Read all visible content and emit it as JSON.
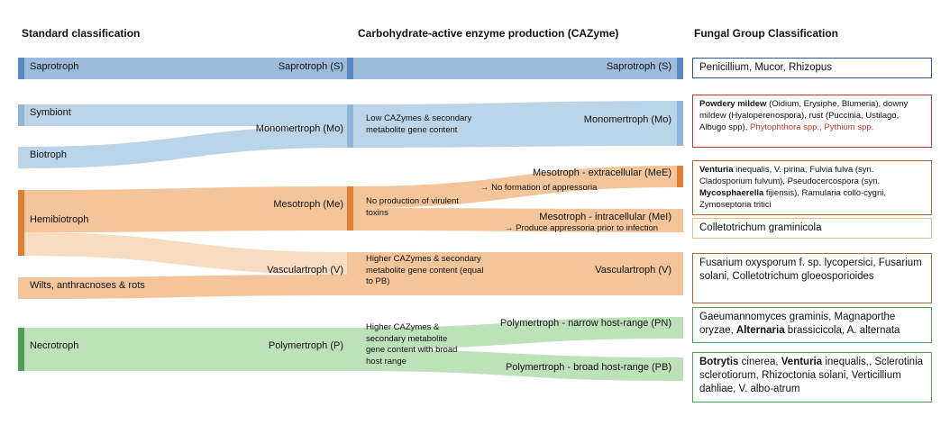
{
  "headers": {
    "standard": "Standard classification",
    "cazyme": "Carbohydrate-active enzyme production (CAZyme)",
    "fungal": "Fungal Group Classification"
  },
  "colors": {
    "saprotroph": "#9dbcdc",
    "saprotroph_node": "#5a88c4",
    "monomertroph": "#bcd4e8",
    "monomertroph_node": "#8fb6d8",
    "mesotroph": "#f4c49a",
    "mesotroph_node": "#e07f33",
    "mesotroph_light": "#f8dcc2",
    "polymertroph": "#bde1b9",
    "polymertroph_node": "#4f9d56",
    "box_blue": "#2f5597",
    "box_red": "#c0392b",
    "box_orange": "#b0653a",
    "box_light_orange": "#efb98c",
    "box_green": "#4f9d56"
  },
  "left_nodes": {
    "saprotroph": "Saprotroph",
    "symbiont": "Symbiont",
    "biotroph": "Biotroph",
    "hemibiotroph": "Hemibiotroph",
    "wilts": "Wilts, anthracnoses & rots",
    "necrotroph": "Necrotroph"
  },
  "middle_nodes": {
    "saprotroph": "Saprotroph (S)",
    "monomertroph": "Monomertroph (Mo)",
    "mesotroph": "Mesotroph (Me)",
    "vasculartroph": "Vasculartroph (V)",
    "polymertroph": "Polymertroph (P)"
  },
  "right_nodes": {
    "saprotroph": "Saprotroph (S)",
    "monomertroph": "Monomertroph (Mo)",
    "meso_extra": "Mesotroph - extracellular (MeE)",
    "meso_extra_note": "→ No formation of appressoria",
    "meso_intra": "Mesotroph - intracellular (MeI)",
    "meso_intra_note": "→ Produce appressoria prior to infection",
    "vasculartroph": "Vasculartroph (V)",
    "poly_narrow": "Polymertroph - narrow host-range (PN)",
    "poly_broad": "Polymertroph - broad host-range (PB)"
  },
  "notes": {
    "monomertroph": "Low CAZymes & secondary metabolite gene content",
    "mesotroph": "No production of virulent toxins",
    "vasculartroph": "Higher CAZymes & secondary metabolite gene content  (equal to PB)",
    "polymertroph": "Higher CAZymes & secondary metabolite gene content with broad host range"
  },
  "boxes": {
    "saprotroph": "Penicillium, Mucor, Rhizopus",
    "monomertroph": {
      "b1": "Powdery mildew",
      "t1": " (Oidium, Erysiphe, Blumeria), downy mildew (Hyaloperenospora), rust (Puccinia, Ustilago, Albugo spp), ",
      "red": "Phytophthora spp., Pythium spp."
    },
    "meso_extra": {
      "b1": "Venturia",
      "t1": " inequalis, V. pirina, Fulvia fulva (syn. Cladosporium fulvum), Pseudocercospora (syn. ",
      "b2": "Mycosphaerella",
      "t2": " fijiensis), Ramularia collo-cygni, Zymoseptoria tritici"
    },
    "meso_intra": "Colletotrichum graminicola",
    "vasculartroph": "Fusarium oxysporum f. sp. lycopersici, Fusarium solani, Colletotrichum gloeosporioides",
    "poly_narrow": {
      "t1": "Gaeumannomyces graminis, Magnaporthe oryzae, ",
      "b1": "Alternaria",
      "t2": " brassicicola, A. alternata"
    },
    "poly_broad": {
      "b1": "Botrytis",
      "t1": " cinerea, ",
      "b2": "Venturia",
      "t2": " inequalis,, Sclerotinia sclerotiorum, Rhizoctonia solani, Verticillium dahliae, V. albo-atrum"
    }
  }
}
